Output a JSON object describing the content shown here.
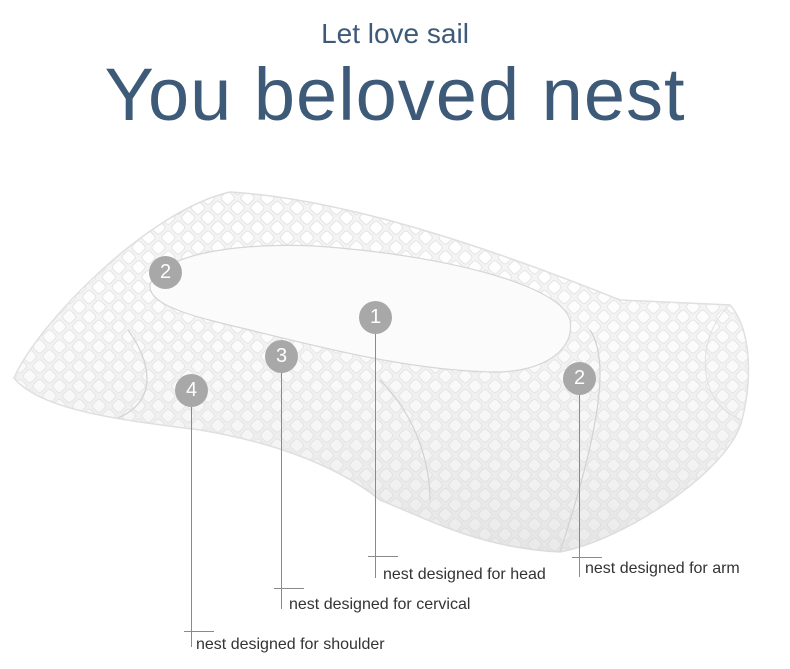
{
  "header": {
    "subtitle": "Let love sail",
    "title": "You beloved nest"
  },
  "markers": [
    "2",
    "1",
    "3",
    "4",
    "2"
  ],
  "callouts": {
    "head": "nest designed for head",
    "arm": "nest designed for arm",
    "cervical": "nest designed for cervical",
    "shoulder": "nest designed for shoulder"
  },
  "colors": {
    "heading": "#3d5a78",
    "marker": "#a8a8a8",
    "label": "#333333"
  }
}
